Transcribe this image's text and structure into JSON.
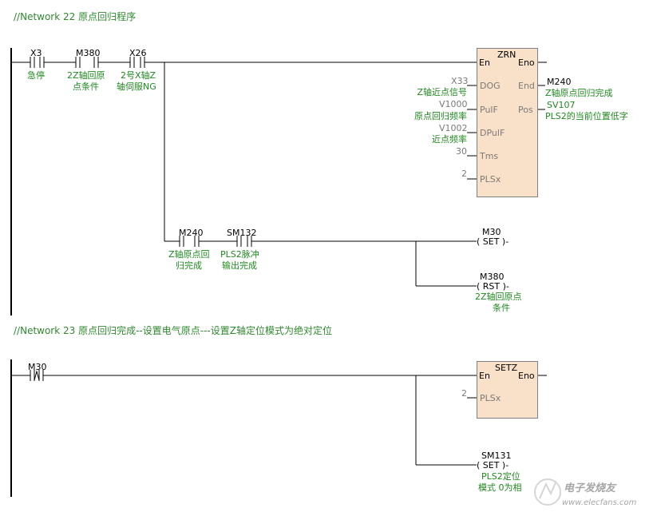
{
  "networks": [
    {
      "title": "//Network 22  原点回归程序",
      "contacts": [
        {
          "addr": "X3",
          "comment": [
            "急停"
          ]
        },
        {
          "addr": "M380",
          "comment": [
            "2Z轴回原",
            "点条件"
          ]
        },
        {
          "addr": "X26",
          "comment": [
            "2号X轴Z",
            "轴伺服NG"
          ]
        }
      ],
      "block": {
        "name": "ZRN",
        "en": "En",
        "eno": "Eno",
        "inputs": [
          {
            "pin": "DOG",
            "value": "X33",
            "comment": "Z轴近点信号"
          },
          {
            "pin": "PulF",
            "value": "V1000",
            "comment": "原点回归频率"
          },
          {
            "pin": "DPulF",
            "value": "V1002",
            "comment": "近点频率"
          },
          {
            "pin": "Tms",
            "value": "30",
            "comment": ""
          },
          {
            "pin": "PLSx",
            "value": "2",
            "comment": ""
          }
        ],
        "outputs": [
          {
            "pin": "End",
            "value": "M240",
            "comment": "Z轴原点回归完成"
          },
          {
            "pin": "Pos",
            "value": "SV107",
            "comment": "PLS2的当前位置低字"
          }
        ]
      },
      "branch": {
        "contacts": [
          {
            "addr": "M240",
            "comment": [
              "Z轴原点回",
              "归完成"
            ]
          },
          {
            "addr": "SM132",
            "comment": [
              "PLS2脉冲",
              "输出完成"
            ]
          }
        ],
        "coils": [
          {
            "addr": "M30",
            "instr": "( SET )-",
            "comment": []
          },
          {
            "addr": "M380",
            "instr": "( RST )-",
            "comment": [
              "2Z轴回原点",
              "条件"
            ]
          }
        ]
      }
    },
    {
      "title": "//Network 23  原点回归完成--设置电气原点---设置Z轴定位模式为绝对定位",
      "contacts": [
        {
          "addr": "M30",
          "comment": []
        }
      ],
      "block": {
        "name": "SETZ",
        "en": "En",
        "eno": "Eno",
        "inputs": [
          {
            "pin": "PLSx",
            "value": "2",
            "comment": ""
          }
        ]
      },
      "coils": [
        {
          "addr": "SM131",
          "instr": "( SET )-",
          "comment": [
            "PLS2定位",
            "模式 0为相"
          ]
        }
      ]
    }
  ],
  "watermark": {
    "text": "电子发烧友",
    "url": "www.elecfans.com"
  }
}
